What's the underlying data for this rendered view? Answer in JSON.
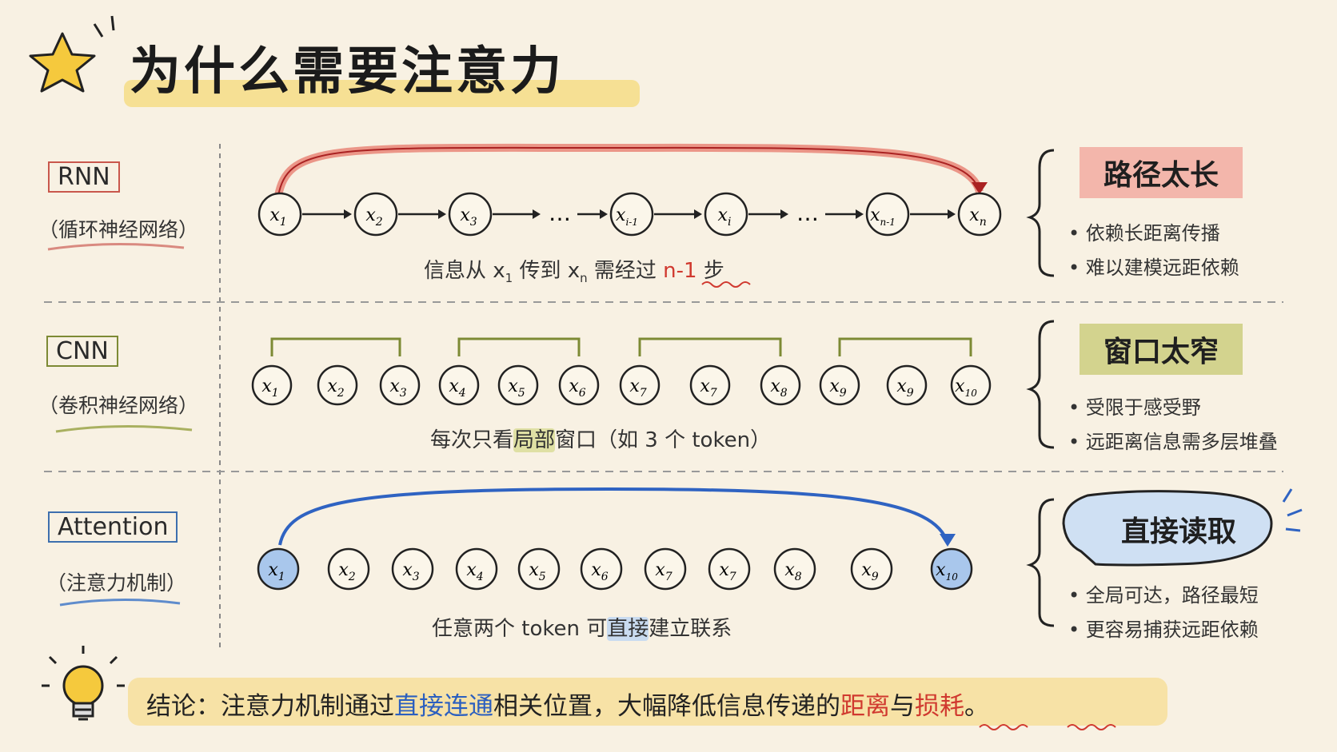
{
  "title": "为什么需要注意力",
  "rnn": {
    "label": "RNN",
    "sublabel": "（循环神经网络）",
    "nodes": [
      "x1",
      "x2",
      "x3",
      "…",
      "xi-1",
      "xi",
      "…",
      "xn-1",
      "xn"
    ],
    "caption_pre": "信息从 x",
    "caption_sub1": "1",
    "caption_mid": " 传到 x",
    "caption_sub2": "n",
    "caption_mid2": " 需经过 ",
    "caption_hl": "n-1",
    "caption_post": " 步",
    "tag": "路径太长",
    "bullets": [
      "依赖长距离传播",
      "难以建模远距依赖"
    ]
  },
  "cnn": {
    "label": "CNN",
    "sublabel": "（卷积神经网络）",
    "nodes": [
      "x1",
      "x2",
      "x3",
      "x4",
      "x5",
      "x6",
      "x7",
      "x7",
      "x8",
      "x9",
      "x9",
      "x10"
    ],
    "caption_pre": "每次只看",
    "caption_hl": "局部",
    "caption_post": "窗口（如 3 个 token）",
    "tag": "窗口太窄",
    "bullets": [
      "受限于感受野",
      "远距离信息需多层堆叠"
    ]
  },
  "attention": {
    "label": "Attention",
    "sublabel": "（注意力机制）",
    "nodes": [
      "x1",
      "x2",
      "x3",
      "x4",
      "x5",
      "x6",
      "x7",
      "x7",
      "x8",
      "x9",
      "x10"
    ],
    "caption_pre": "任意两个 token 可",
    "caption_hl": "直接",
    "caption_post": "建立联系",
    "tag": "直接读取",
    "bullets": [
      "全局可达，路径最短",
      "更容易捕获远距依赖"
    ]
  },
  "conclusion": {
    "prefix": "结论：注意力机制通过",
    "hl1": "直接连通",
    "mid": "相关位置，大幅降低信息传递的",
    "hl2": "距离",
    "join": "与",
    "hl3": "损耗",
    "end": "。"
  },
  "colors": {
    "red": "#d0392f",
    "olive": "#7d8a34",
    "blue": "#2b5fbf",
    "bg": "#f8f1e3"
  },
  "icons": [
    "star-icon",
    "lightbulb-icon",
    "brace-icon",
    "arrow-icon"
  ]
}
